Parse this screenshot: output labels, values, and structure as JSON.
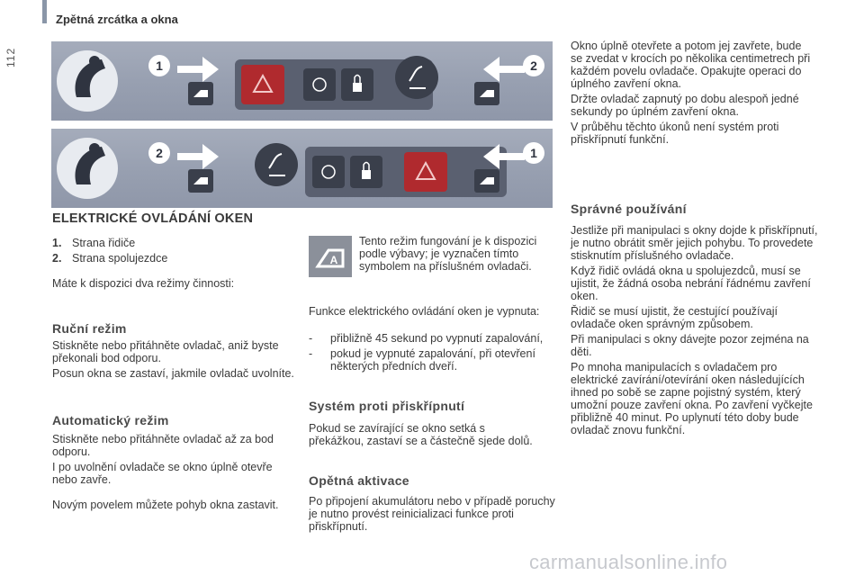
{
  "header": {
    "section_title": "Zpětná zrcátka a okna",
    "page_number": "112"
  },
  "images": {
    "top": {
      "labels": [
        "1",
        "2"
      ]
    },
    "bottom": {
      "labels": [
        "2",
        "1"
      ]
    }
  },
  "main": {
    "title": "ELEKTRICKÉ OVLÁDÁNÍ OKEN",
    "items": [
      {
        "num": "1.",
        "text": "Strana řidiče"
      },
      {
        "num": "2.",
        "text": "Strana spolujezdce"
      }
    ],
    "modes_intro": "Máte k dispozici dva režimy činnosti:",
    "manual": {
      "heading": "Ruční režim",
      "paragraphs": [
        "Stiskněte nebo přitáhněte ovladač, aniž byste překonali bod odporu.",
        "Posun okna se zastaví, jakmile ovladač uvolníte."
      ]
    },
    "automatic": {
      "heading": "Automatický režim",
      "paragraphs": [
        "Stiskněte nebo přitáhněte ovladač až za bod odporu.",
        "I po uvolnění ovladače se okno úplně otevře nebo zavře.",
        "Novým povelem můžete pohyb okna zastavit."
      ]
    }
  },
  "middle": {
    "symbol_note": "Tento režim fungování je k dispozici podle výbavy; je vyznačen tímto symbolem na příslušném ovladači.",
    "disabled_intro": "Funkce elektrického ovládání oken je vypnuta:",
    "disabled_items": [
      "přibližně 45 sekund po vypnutí zapalování,",
      "pokud je vypnuté zapalování, při otevření některých předních dveří."
    ],
    "anti_pinch": {
      "heading": "Systém proti přiskřípnutí",
      "text": "Pokud se zavírající se okno setká s překážkou, zastaví se a částečně sjede dolů."
    },
    "reactivation": {
      "heading": "Opětná aktivace",
      "text": "Po připojení akumulátoru nebo v případě poruchy je nutno provést reinicializaci funkce proti přiskřípnutí."
    }
  },
  "right": {
    "paragraphs": [
      "Okno úplně otevřete a potom jej zavřete, bude se zvedat v krocích po několika centimetrech při každém povelu ovladače. Opakujte operaci do úplného zavření okna.",
      "Držte ovladač zapnutý po dobu alespoň jedné sekundy po úplném zavření okna.",
      "V průběhu těchto úkonů není systém proti přiskřípnutí funkční."
    ],
    "proper_use": {
      "heading": "Správné používání",
      "paragraphs": [
        "Jestliže při manipulaci s okny dojde k přiskřípnutí, je nutno obrátit směr jejich pohybu. To provedete stisknutím příslušného ovladače.",
        "Když řidič ovládá okna u spolujezdců, musí se ujistit, že žádná osoba nebrání řádnému zavření oken.",
        "Řidič se musí ujistit, že cestující používají ovladače oken správným způsobem.",
        "Při manipulaci s okny dávejte pozor zejména na děti.",
        "Po mnoha manipulacích s ovladačem pro elektrické zavírání/otevírání oken následujících ihned po sobě se zapne pojistný systém, který umožní pouze zavření okna. Po zavření vyčkejte přibližně 40 minut. Po uplynutí této doby bude ovladač znovu funkční."
      ]
    }
  },
  "watermark": "carmanualsonline.info"
}
